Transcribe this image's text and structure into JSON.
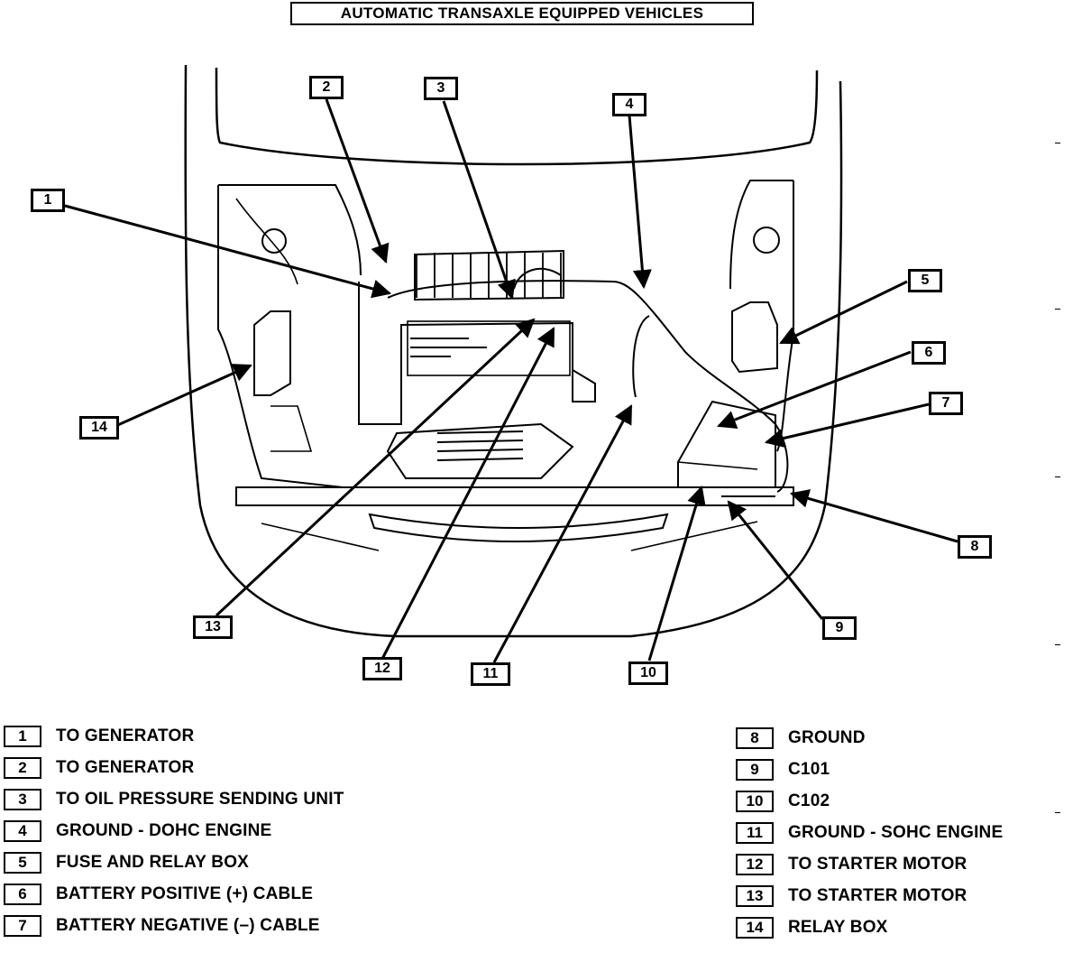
{
  "title": "AUTOMATIC TRANSAXLE EQUIPPED VEHICLES",
  "callouts": [
    "1",
    "2",
    "3",
    "4",
    "5",
    "6",
    "7",
    "8",
    "9",
    "10",
    "11",
    "12",
    "13",
    "14"
  ],
  "legend_left": [
    {
      "num": "1",
      "text": "TO GENERATOR"
    },
    {
      "num": "2",
      "text": "TO GENERATOR"
    },
    {
      "num": "3",
      "text": "TO OIL PRESSURE SENDING UNIT"
    },
    {
      "num": "4",
      "text": "GROUND - DOHC ENGINE"
    },
    {
      "num": "5",
      "text": "FUSE AND RELAY BOX"
    },
    {
      "num": "6",
      "text": "BATTERY POSITIVE (+) CABLE"
    },
    {
      "num": "7",
      "text": "BATTERY NEGATIVE (–) CABLE"
    }
  ],
  "legend_right": [
    {
      "num": "8",
      "text": "GROUND"
    },
    {
      "num": "9",
      "text": "C101"
    },
    {
      "num": "10",
      "text": "C102"
    },
    {
      "num": "11",
      "text": "GROUND - SOHC ENGINE"
    },
    {
      "num": "12",
      "text": "TO STARTER MOTOR"
    },
    {
      "num": "13",
      "text": "TO STARTER MOTOR"
    },
    {
      "num": "14",
      "text": "RELAY BOX"
    }
  ]
}
